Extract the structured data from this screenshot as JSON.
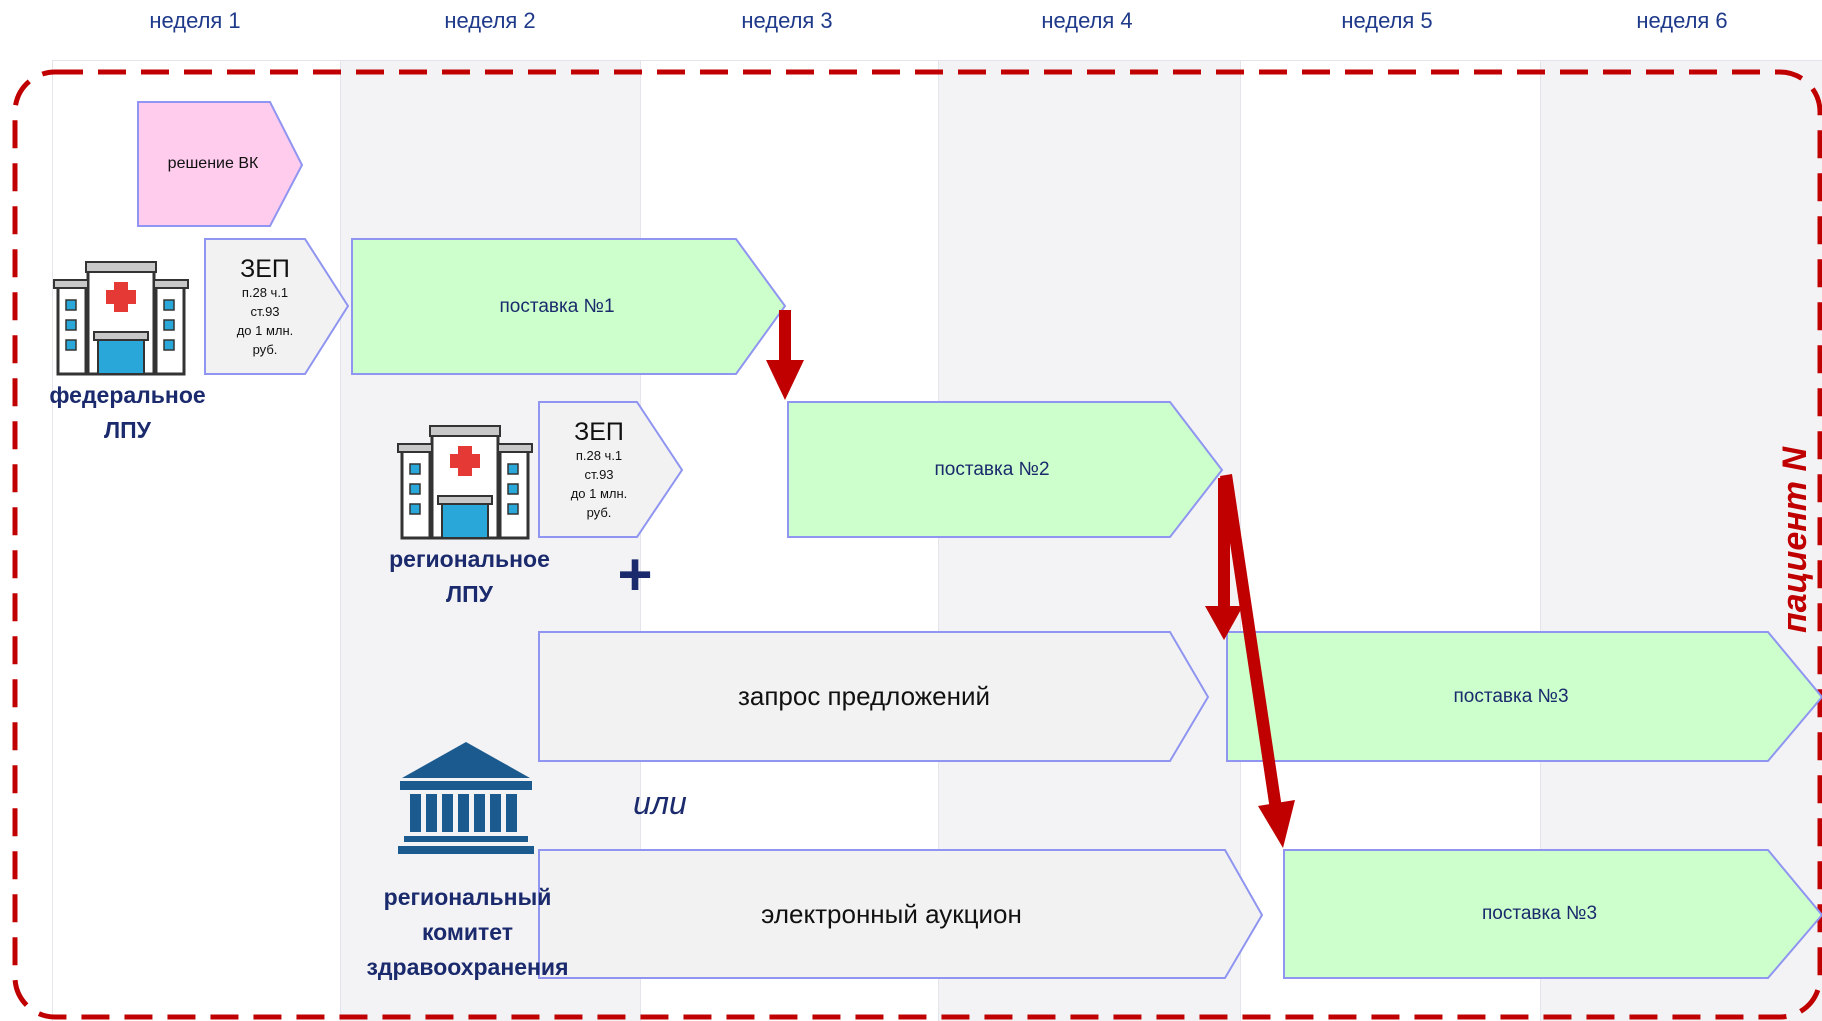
{
  "weeks": [
    "неделя 1",
    "неделя 2",
    "неделя 3",
    "неделя 4",
    "неделя 5",
    "неделя 6"
  ],
  "decision": "решение ВК",
  "zep1": {
    "title": "ЗЕП",
    "line1": "п.28 ч.1",
    "line2": "ст.93",
    "line3": "до 1 млн.",
    "line4": "руб."
  },
  "zep2": {
    "title": "ЗЕП",
    "line1": "п.28 ч.1",
    "line2": "ст.93",
    "line3": "до 1 млн.",
    "line4": "руб."
  },
  "delivery1": "поставка №1",
  "delivery2": "поставка №2",
  "delivery3a": "поставка №3",
  "delivery3b": "поставка №3",
  "request": "запрос предложений",
  "auction": "электронный аукцион",
  "or_text": "или",
  "plus": "+",
  "federal_label": [
    "федеральное",
    "ЛПУ"
  ],
  "regional_label": [
    "региональное",
    "ЛПУ"
  ],
  "committee_label": [
    "региональный",
    "комитет",
    "здравоохранения"
  ],
  "patient": "пациент N",
  "colors": {
    "accent_red": "#c00000",
    "green_fill": "#ccffcc",
    "pink_fill": "#ffccee",
    "gray_fill": "#f2f2f2",
    "outline": "#8f95f0",
    "text_blue": "#1a2a6c"
  },
  "icons": [
    "hospital-icon",
    "government-building-icon",
    "down-arrow-icon"
  ]
}
